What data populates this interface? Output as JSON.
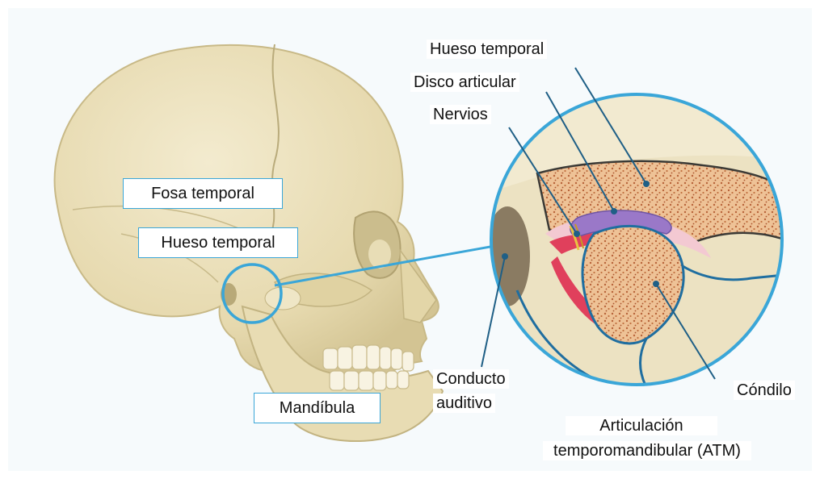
{
  "labels": {
    "fosa_temporal": "Fosa temporal",
    "hueso_temporal_skull": "Hueso temporal",
    "mandibula": "Mandíbula",
    "hueso_temporal_inset": "Hueso temporal",
    "disco_articular": "Disco articular",
    "nervios": "Nervios",
    "conducto_line1": "Conducto",
    "conducto_line2": "auditivo",
    "condilo": "Cóndilo",
    "atm_line1": "Articulación",
    "atm_line2": "temporomandibular (ATM)"
  },
  "colors": {
    "accent": "#3aa6d8",
    "bone": "#ede3c0",
    "bone_shadow": "#d4c69a",
    "marrow": "#e9b98b",
    "marrow_dots": "#b8643a",
    "cartilage": "#f3c9d2",
    "red": "#e0405c",
    "disc": "#9a78c8",
    "leader": "#1f5f86"
  }
}
